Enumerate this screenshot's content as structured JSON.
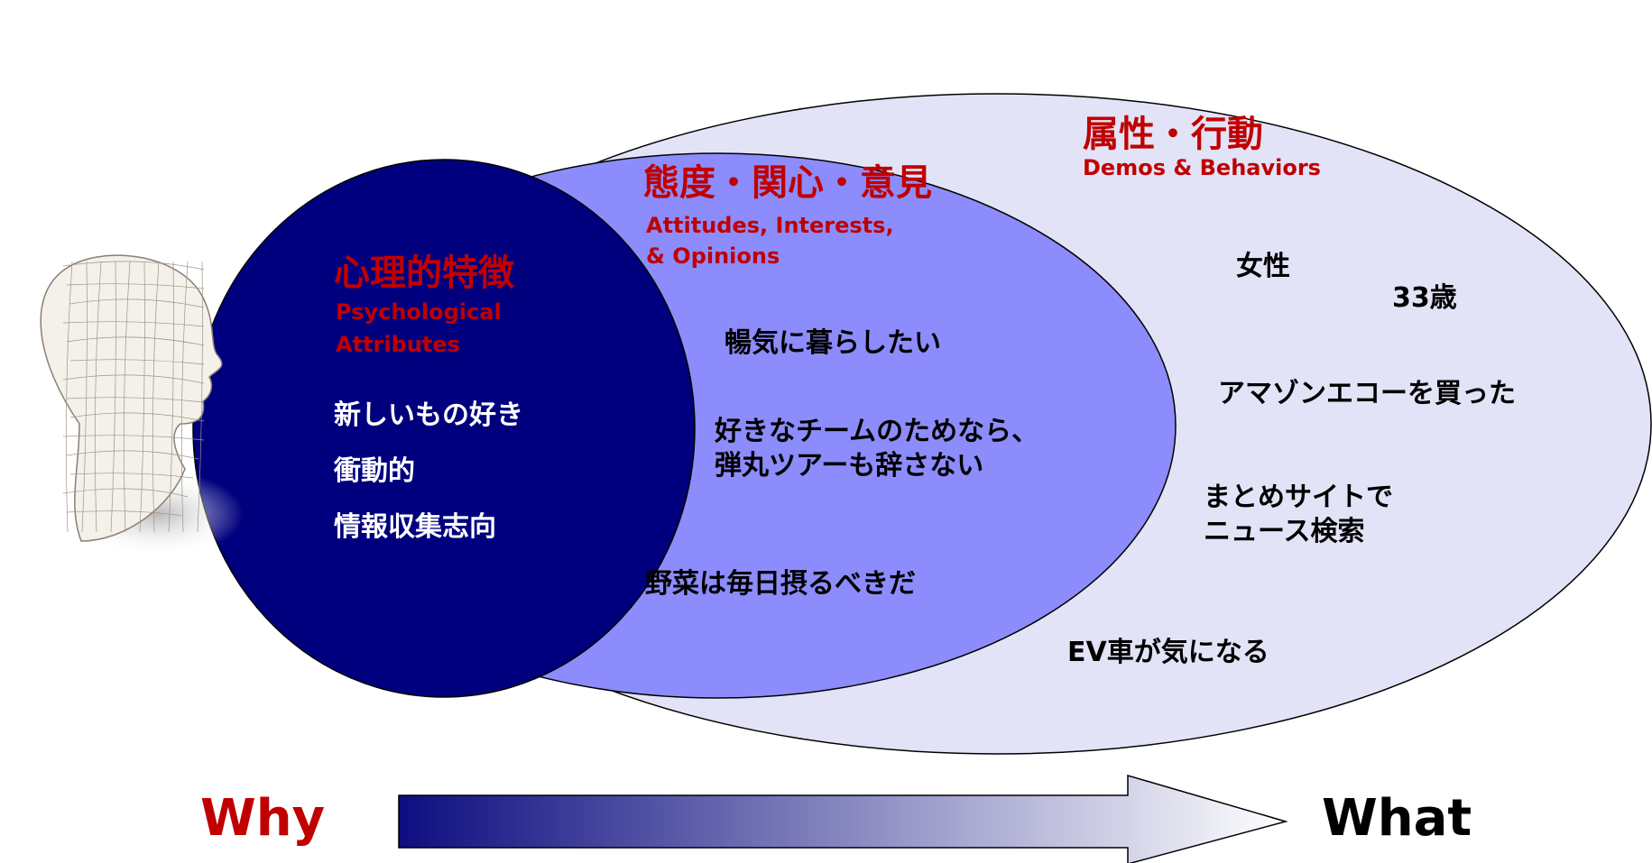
{
  "colors": {
    "outer_fill": "#e3e3f7",
    "middle_fill": "#8c8cfc",
    "inner_fill": "#00007e",
    "title_red": "#c00000",
    "arrow_start": "#0d0d80",
    "arrow_end": "#ffffff"
  },
  "icons": {
    "head": "wireframe-head-icon"
  },
  "outer": {
    "title": "属性・行動",
    "subtitle": "Demos & Behaviors",
    "items": [
      "女性",
      "33歳",
      "アマゾンエコーを買った",
      "まとめサイトで\nニュース検索",
      "EV車が気になる"
    ]
  },
  "middle": {
    "title": "態度・関心・意見",
    "subtitle": "Attitudes, Interests,\n& Opinions",
    "items": [
      "暢気に暮らしたい",
      "好きなチームのためなら、\n弾丸ツアーも辞さない",
      "野菜は毎日摂るべきだ"
    ]
  },
  "inner": {
    "title": "心理的特徴",
    "subtitle": "Psychological\nAttributes",
    "items": [
      "新しいもの好き\n衝動的\n情報収集志向"
    ]
  },
  "axis": {
    "left": "Why",
    "right": "What"
  }
}
